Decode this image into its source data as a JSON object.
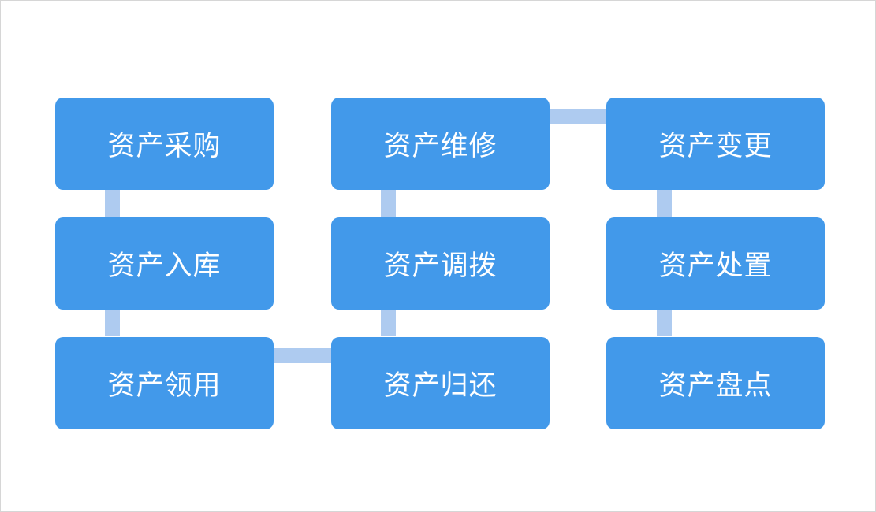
{
  "colors": {
    "box_fill": "#4299ea",
    "connector": "#aecbf0",
    "text": "#ffffff",
    "background": "#ffffff"
  },
  "flow": {
    "purchase": "资产采购",
    "inbound": "资产入库",
    "requisition": "资产领用",
    "return": "资产归还",
    "transfer": "资产调拨",
    "repair": "资产维修",
    "change": "资产变更",
    "disposal": "资产处置",
    "inventory": "资产盘点"
  }
}
